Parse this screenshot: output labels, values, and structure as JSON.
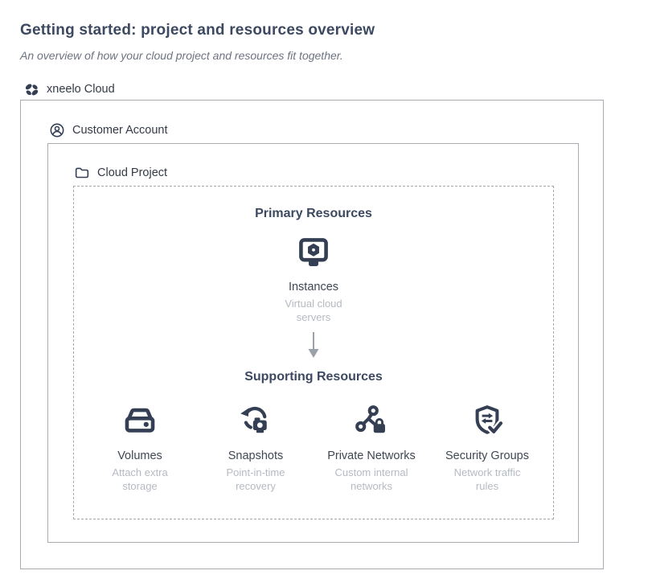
{
  "page": {
    "title": "Getting started: project and resources overview",
    "subtitle": "An overview of how your cloud project and resources fit together."
  },
  "diagram": {
    "cloud_label": "xneelo Cloud",
    "account_label": "Customer Account",
    "project_label": "Cloud Project",
    "primary": {
      "heading": "Primary Resources",
      "resource": {
        "label": "Instances",
        "description": "Virtual cloud servers",
        "icon": "instances-monitor-icon"
      }
    },
    "flow": {
      "arrow": "down-arrow-icon"
    },
    "supporting": {
      "heading": "Supporting Resources",
      "resources": [
        {
          "label": "Volumes",
          "description": "Attach extra storage",
          "icon": "volumes-drive-icon"
        },
        {
          "label": "Snapshots",
          "description": "Point-in-time recovery",
          "icon": "snapshots-restore-camera-icon"
        },
        {
          "label": "Private Networks",
          "description": "Custom internal networks",
          "icon": "private-networks-lock-icon"
        },
        {
          "label": "Security Groups",
          "description": "Network traffic rules",
          "icon": "security-groups-shield-icon"
        }
      ]
    }
  },
  "icons": [
    "xneelo-logo-icon",
    "customer-account-icon",
    "folder-icon",
    "instances-monitor-icon",
    "down-arrow-icon",
    "volumes-drive-icon",
    "snapshots-restore-camera-icon",
    "private-networks-lock-icon",
    "security-groups-shield-icon"
  ],
  "colors": {
    "navy_text": "#3c4961",
    "icon_navy": "#353f54",
    "muted_text": "#b5bac2",
    "subtitle_gray": "#6d7380",
    "border_gray": "#a8abb0",
    "arrow_gray": "#9ba1a8"
  }
}
